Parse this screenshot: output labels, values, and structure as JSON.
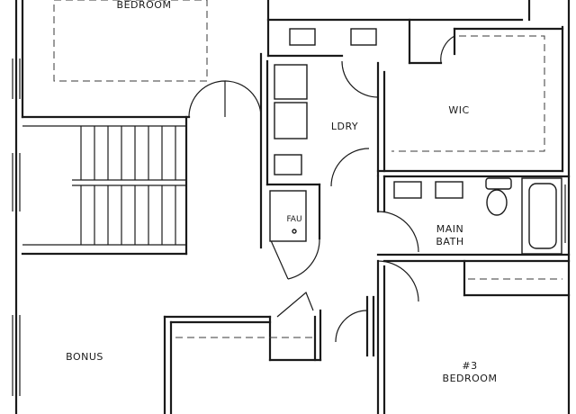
{
  "rooms": {
    "bedroom_top": "BEDROOM",
    "wic": "WIC",
    "laundry": "LDRY",
    "fau": "FAU",
    "main_bath_line1": "MAIN",
    "main_bath_line2": "BATH",
    "bonus": "BONUS",
    "bedroom3_line1": "#3",
    "bedroom3_line2": "BEDROOM"
  }
}
